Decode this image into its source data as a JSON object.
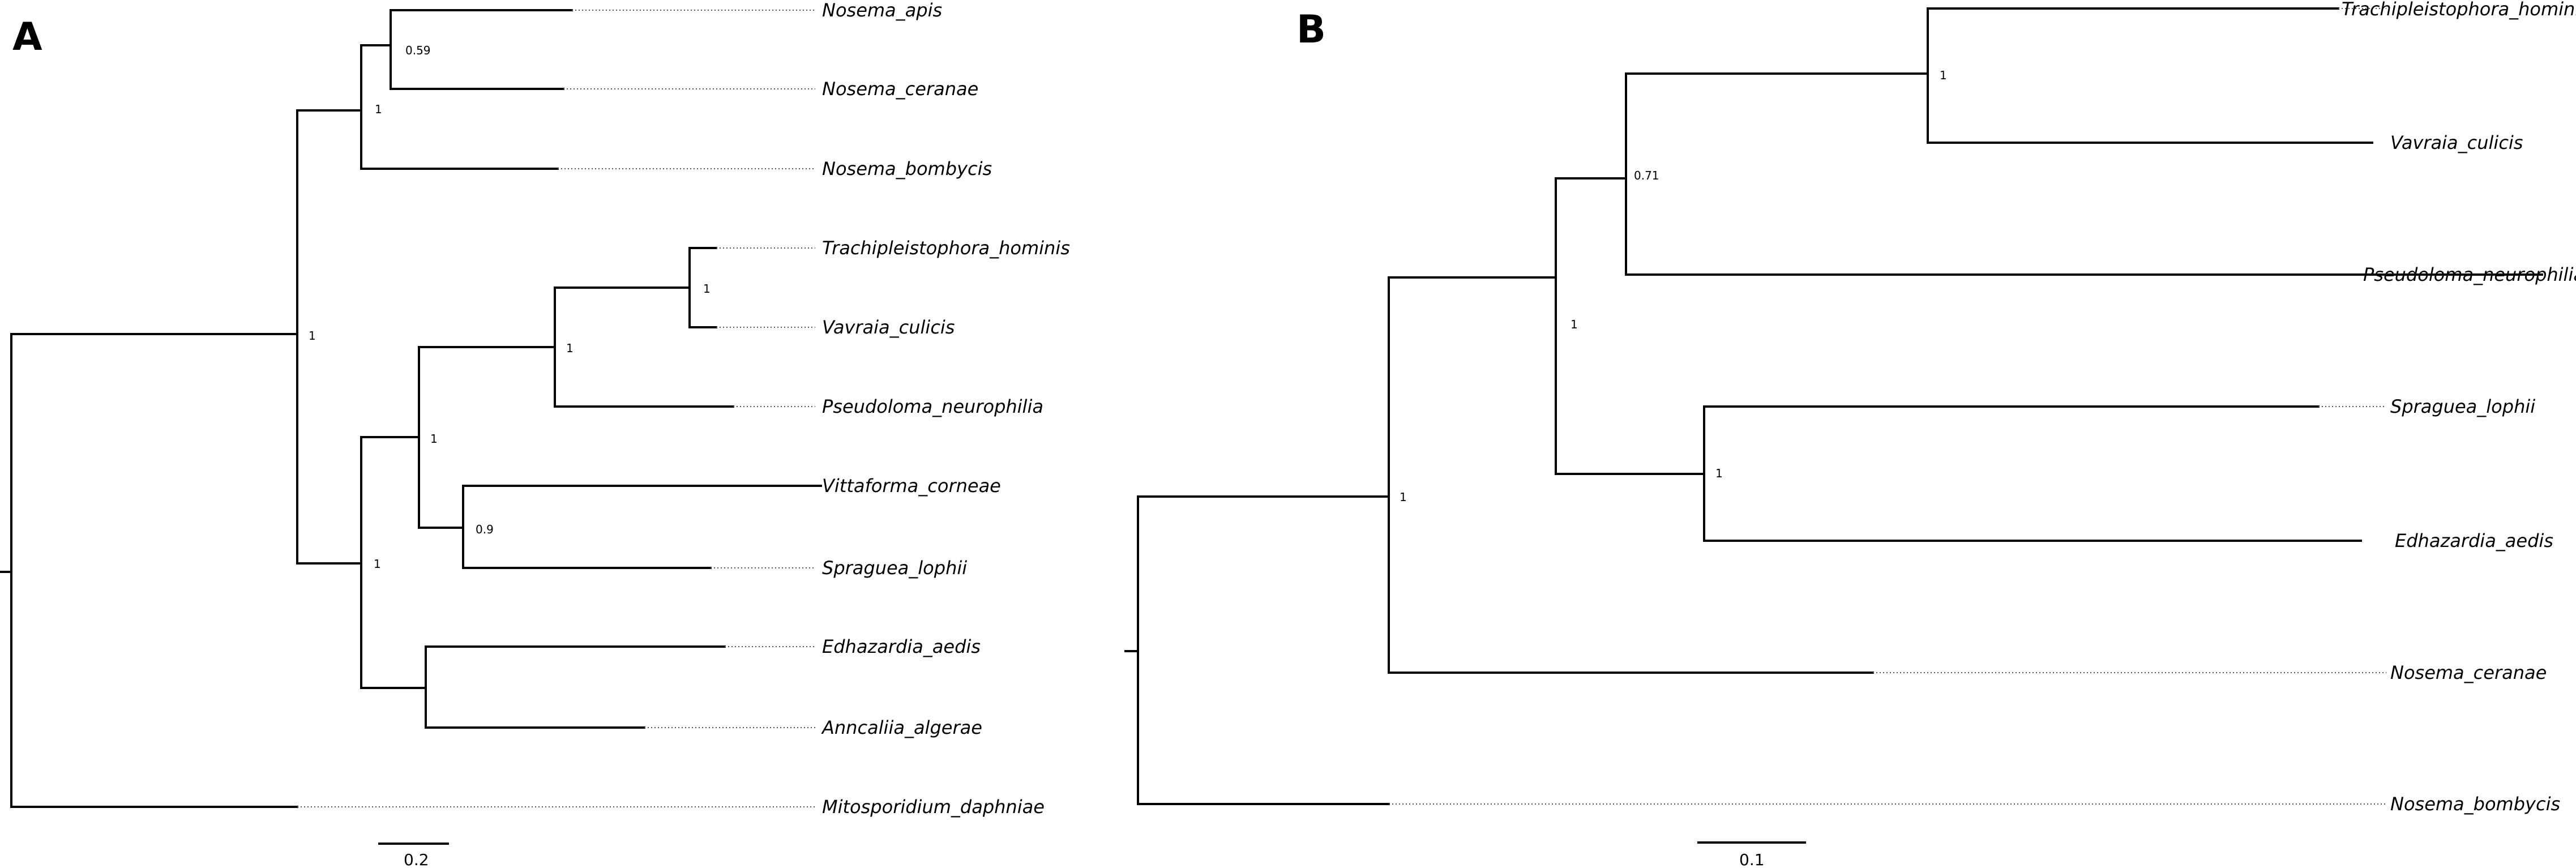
{
  "panels": [
    {
      "id": "A",
      "label": "A",
      "scale_label": "0.2",
      "taxa": [
        "Nosema_apis",
        "Nosema_ceranae",
        "Nosema_bombycis",
        "Trachipleistophora_hominis",
        "Vavraia_culicis",
        "Pseudoloma_neurophilia",
        "Vittaforma_corneae",
        "Spraguea_lophii",
        "Edhazardia_aedis",
        "Anncaliia_algerae",
        "Mitosporidium_daphniae"
      ],
      "supports": [
        "0.59",
        "1",
        "1",
        "1",
        "1",
        "0.9",
        "1",
        "1"
      ]
    },
    {
      "id": "B",
      "label": "B",
      "scale_label": "0.1",
      "taxa": [
        "Trachipleistophora_hominis",
        "Vavraia_culicis",
        "Pseudoloma_neurophilia",
        "Spraguea_lophii",
        "Edhazardia_aedis",
        "Nosema_ceranae",
        "Nosema_bombycis"
      ],
      "supports": [
        "1",
        "0.71",
        "1",
        "1",
        "1"
      ]
    }
  ]
}
